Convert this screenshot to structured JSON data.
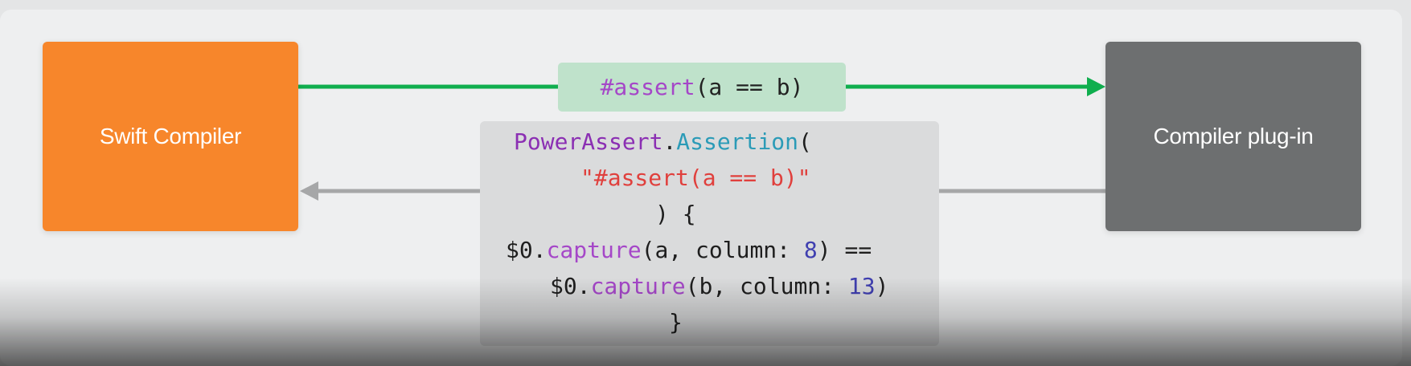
{
  "nodes": {
    "swift_compiler": "Swift Compiler",
    "compiler_plugin": "Compiler plug-in"
  },
  "request": {
    "keyword": "#assert",
    "args": "(a == b)"
  },
  "response": {
    "type_name": "PowerAssert",
    "dot": ".",
    "member": "Assertion",
    "open_paren": "(",
    "string_literal": "\"#assert(a == b)\"",
    "close_brace_open": ") {",
    "cap1_recv": "$0.",
    "cap1_fn": "capture",
    "cap1_args": "(a, column: ",
    "cap1_num": "8",
    "cap1_tail": ") ==",
    "cap2_recv": "$0.",
    "cap2_fn": "capture",
    "cap2_args": "(b, column: ",
    "cap2_num": "13",
    "cap2_tail": ")",
    "closing": "}"
  },
  "colors": {
    "swift_orange": "#f7862b",
    "plugin_gray": "#6d6f70",
    "request_arrow_green": "#0fae4e",
    "response_arrow_gray": "#a6a7a8"
  }
}
